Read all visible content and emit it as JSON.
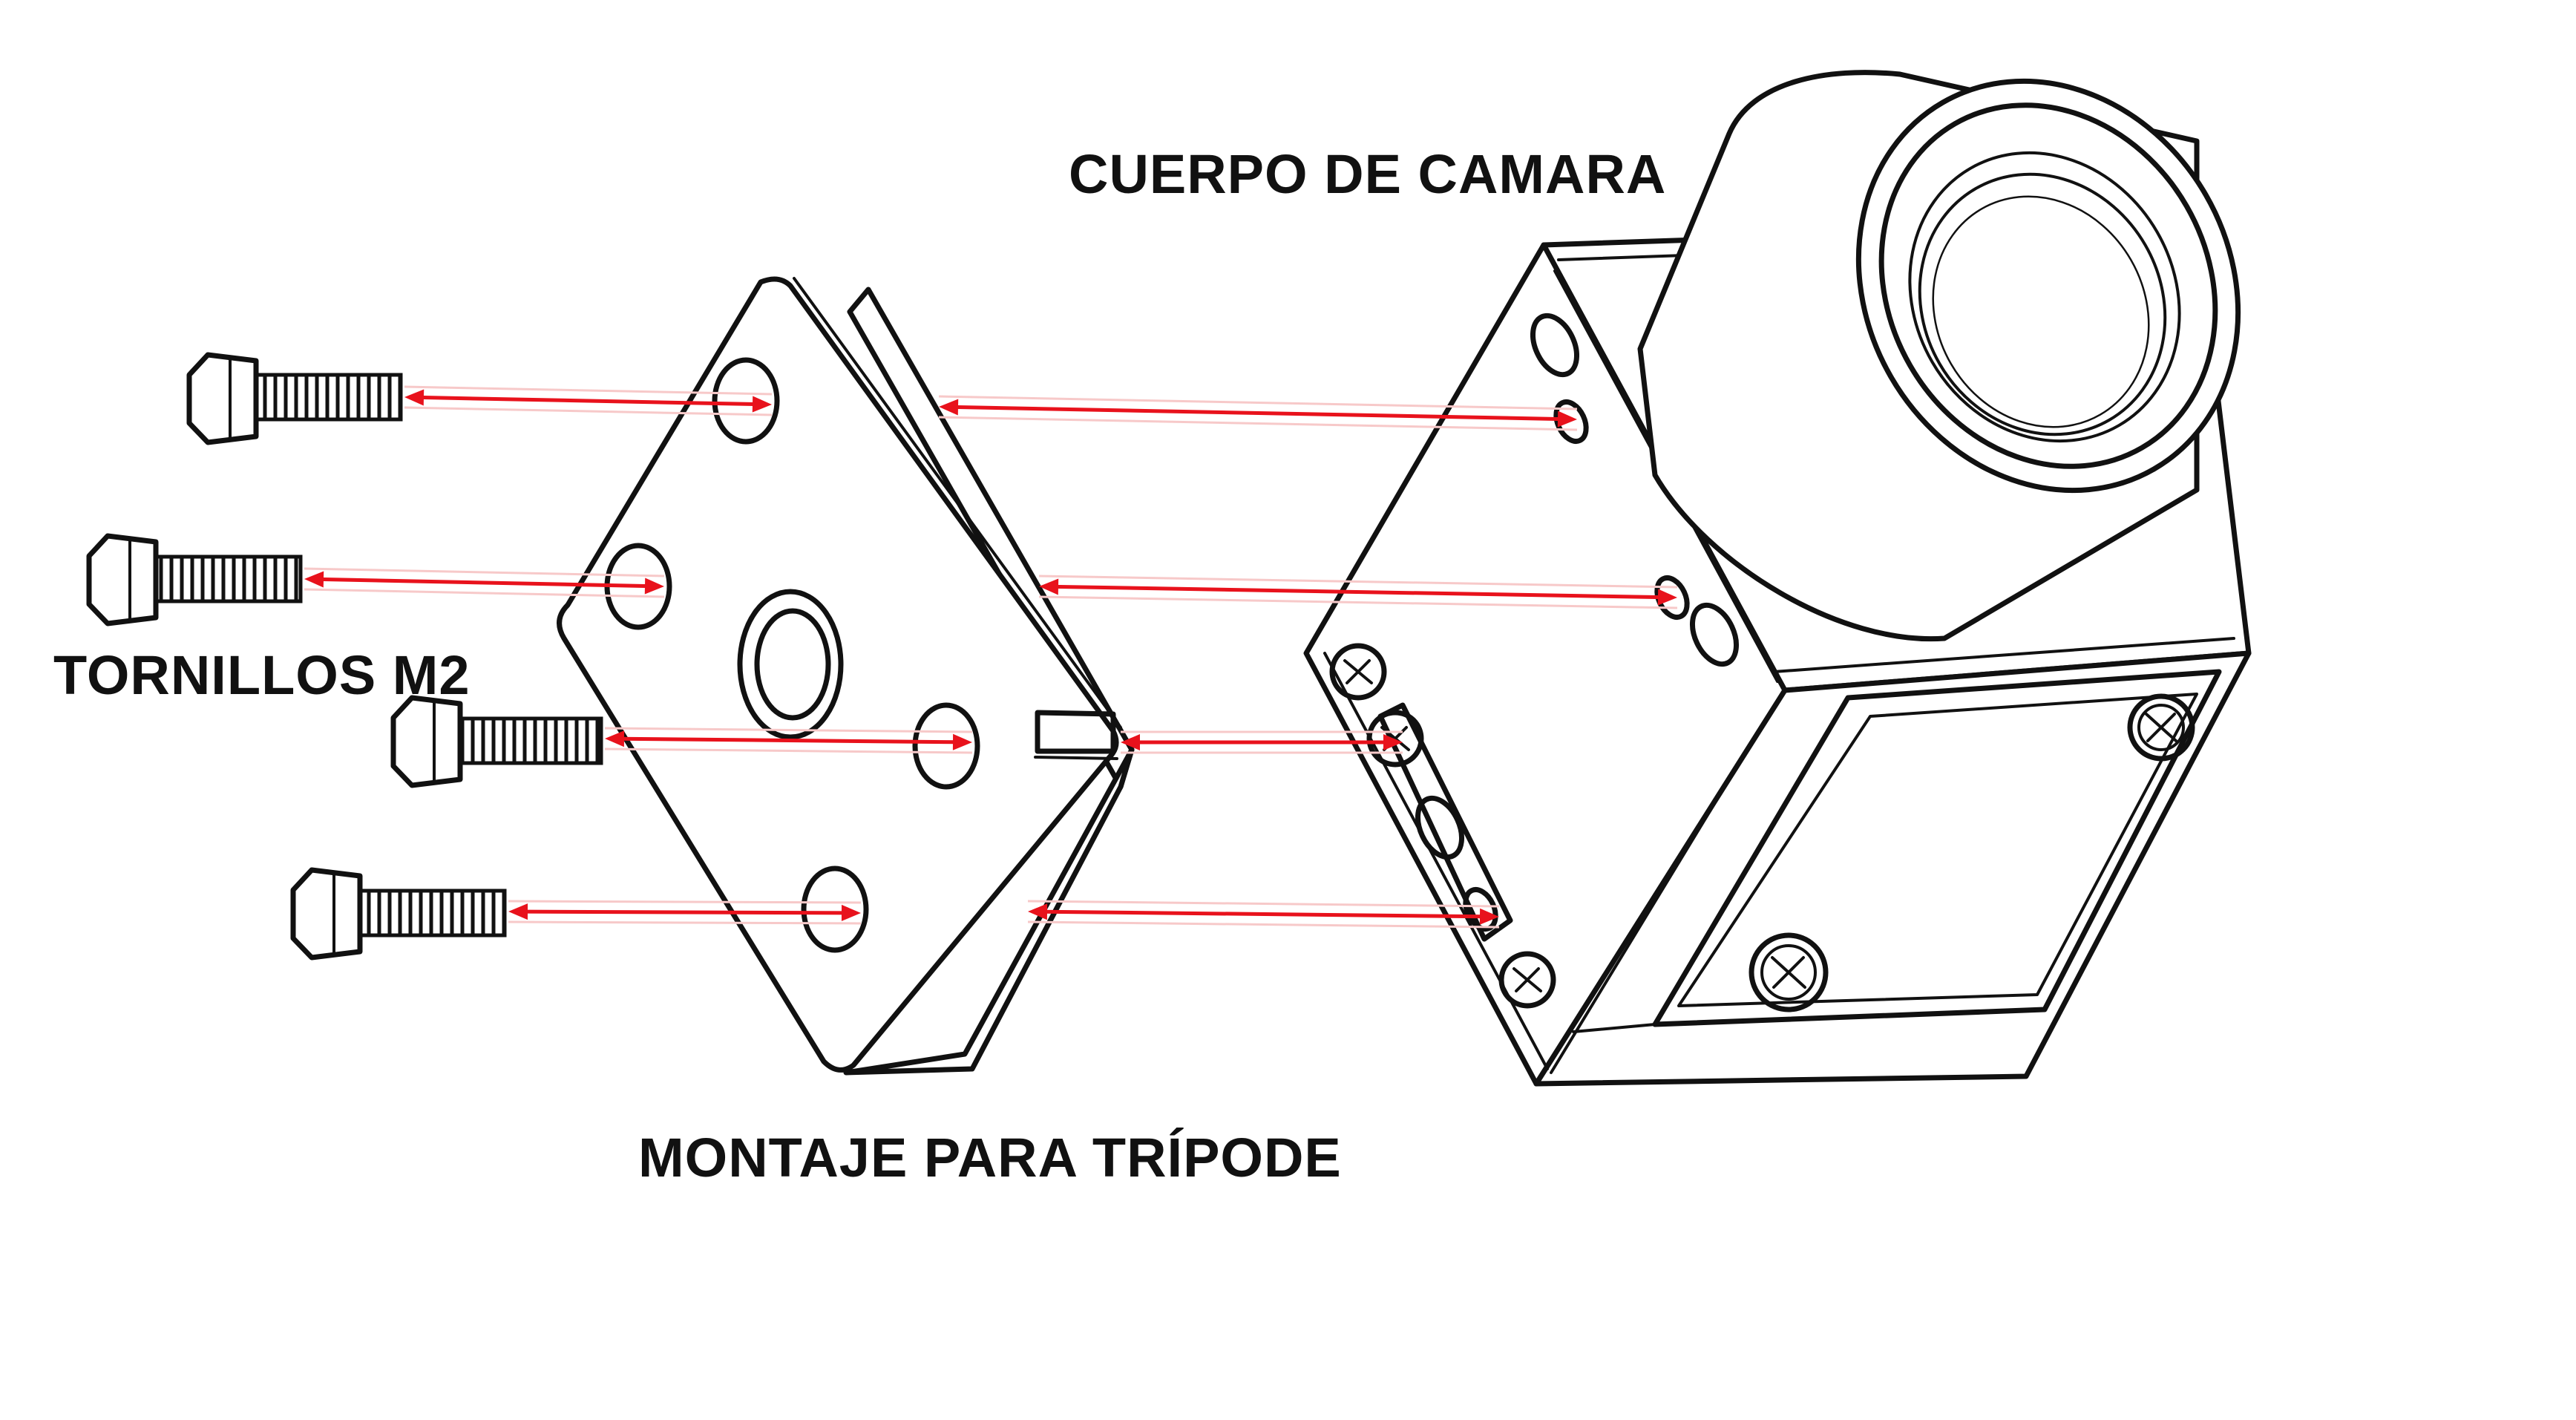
{
  "labels": {
    "camera_body": "CUERPO DE CAMARA",
    "screws": "TORNILLOS M2",
    "tripod_mount": "MONTAJE PARA  TRÍPODE"
  },
  "colors": {
    "arrow": "#e8121c",
    "line": "#111111",
    "background": "#ffffff"
  },
  "components": {
    "screw_count": 4,
    "arrow_count": 8
  }
}
